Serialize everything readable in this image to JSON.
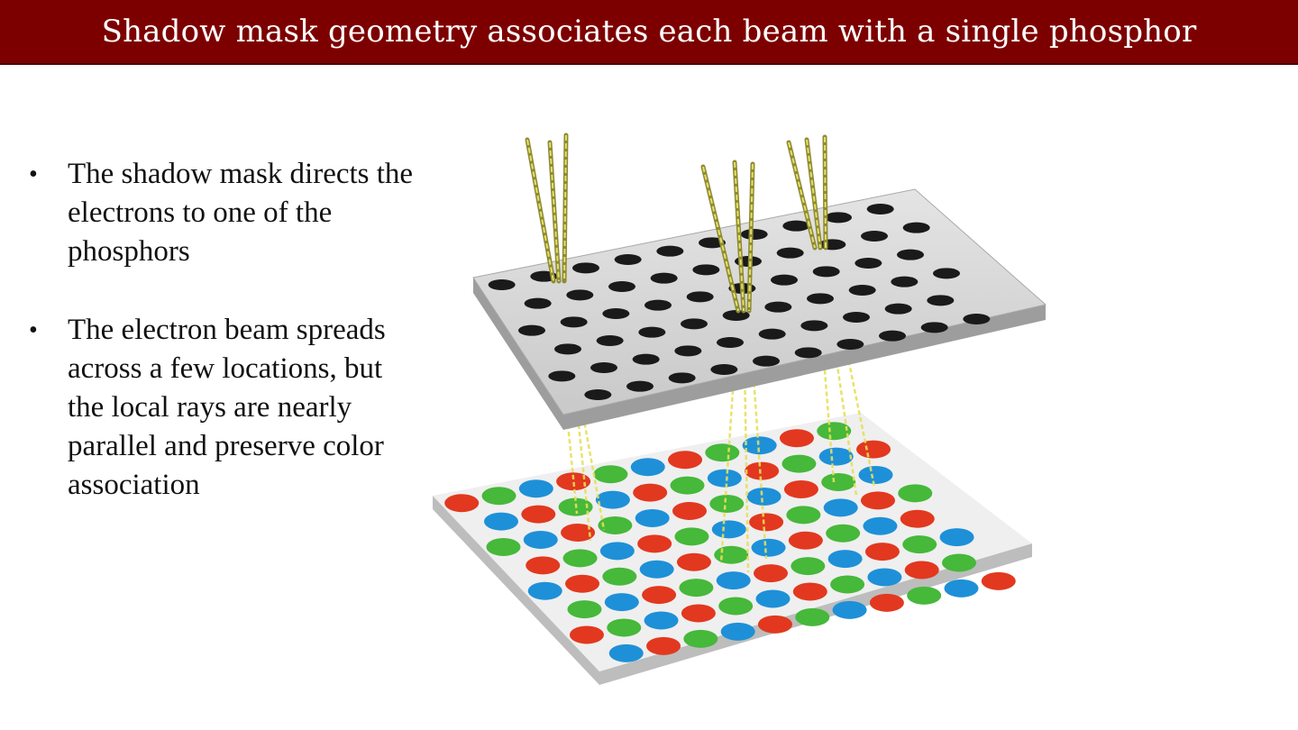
{
  "slide": {
    "title": "Shadow mask geometry associates each beam with a single phosphor"
  },
  "bullets": [
    {
      "marker": "•",
      "text": "The shadow mask directs the electrons to one of the phosphors"
    },
    {
      "marker": "•",
      "text": "The electron beam spreads across a few locations, but the local rays are nearly parallel and preserve color association"
    }
  ],
  "figure": {
    "description_icon": "shadow-mask-diagram",
    "colors": {
      "title_bar": "#7d0000",
      "mask": "#d6d6d6",
      "screen": "#efefef",
      "phosphor_red": "#e2381f",
      "phosphor_green": "#46b83a",
      "phosphor_blue": "#1e90d8",
      "beam": "#e6e05a"
    }
  }
}
